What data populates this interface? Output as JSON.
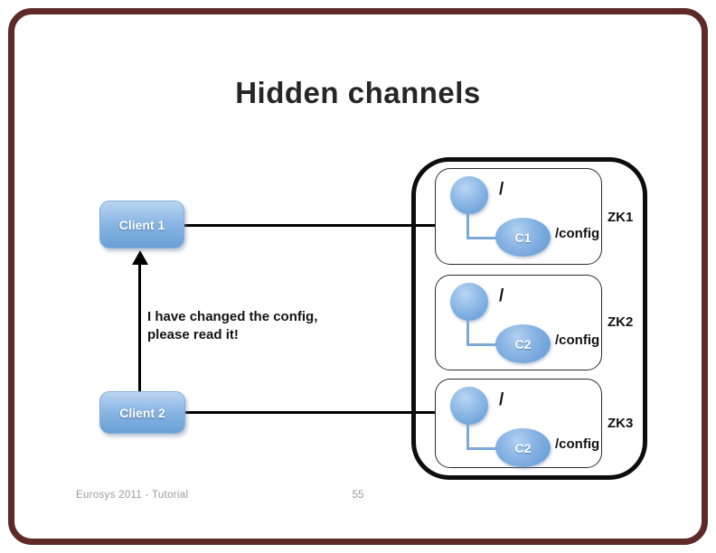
{
  "slide": {
    "title": "Hidden channels",
    "frame_color": "#5d2a28",
    "background": "#ffffff"
  },
  "clients": [
    {
      "label": "Client 1"
    },
    {
      "label": "Client 2"
    }
  ],
  "message": {
    "line1": "I have changed the config,",
    "line2": "please read it!"
  },
  "zookeeper": {
    "panels": [
      {
        "name": "ZK1",
        "root": "/",
        "child": "C1",
        "config": "/config"
      },
      {
        "name": "ZK2",
        "root": "/",
        "child": "C2",
        "config": "/config"
      },
      {
        "name": "ZK3",
        "root": "/",
        "child": "C2",
        "config": "/config"
      }
    ]
  },
  "footer": {
    "left": "Eurosys 2011 - Tutorial",
    "page": "55"
  },
  "colors": {
    "node_blue": "#6fa8dc",
    "connector_blue": "#7da7d5",
    "line_black": "#000000",
    "frame_maroon": "#5d2a28"
  }
}
